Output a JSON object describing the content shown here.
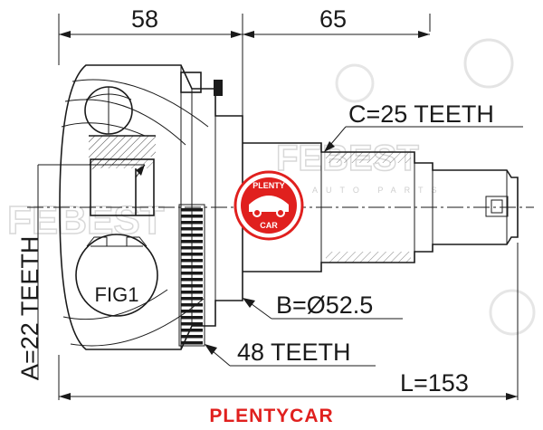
{
  "dimensions": {
    "width_left": "58",
    "width_right": "65",
    "outer_spline": "C=25 TEETH",
    "inner_spline": "A=22 TEETH",
    "seal_diameter": "B=Ø52.5",
    "abs_ring": "48 TEETH",
    "total_length": "L=153"
  },
  "figure": {
    "label": "FIG1"
  },
  "watermark": {
    "brand": "FEBEST",
    "sub": "AUTO PARTS"
  },
  "seal": {
    "top": "PLENTY",
    "bottom": "CAR"
  },
  "footer": {
    "brand": "PLENTYCAR"
  },
  "colors": {
    "line": "#1a1a1a",
    "accent": "#e0201e",
    "watermark": "#d8d8d8"
  }
}
